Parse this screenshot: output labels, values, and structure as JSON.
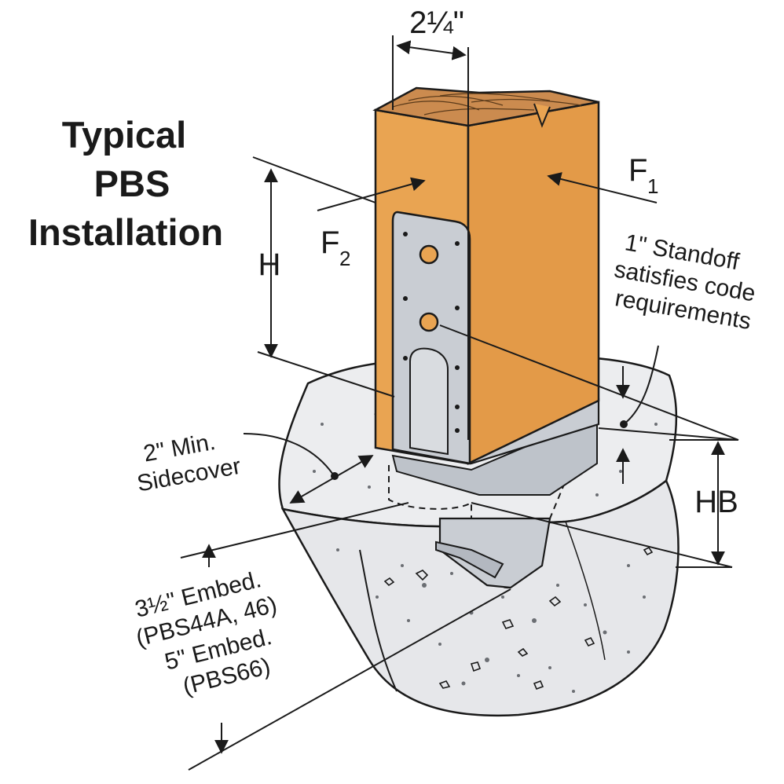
{
  "title": {
    "line1": "Typical",
    "line2": "PBS",
    "line3": "Installation"
  },
  "dimensions": {
    "width": "2¼\"",
    "height": "H",
    "base_height": "HB"
  },
  "forces": {
    "f1": {
      "letter": "F",
      "subscript": "1"
    },
    "f2": {
      "letter": "F",
      "subscript": "2"
    }
  },
  "callouts": {
    "standoff": [
      "1\" Standoff",
      "satisfies code",
      "requirements"
    ],
    "sidecover": [
      "2\" Min.",
      "Sidecover"
    ],
    "embed_small": [
      "3½\" Embed.",
      "(PBS44A, 46)"
    ],
    "embed_large": [
      "5\" Embed.",
      "(PBS66)"
    ]
  },
  "colors": {
    "wood": "#E8A050",
    "wood_dark": "#D08A3C",
    "wood_top": "#C98B4E",
    "steel": "#C9CDD3",
    "steel_dark": "#9EA4AC",
    "concrete": "#E9EAEC",
    "ink": "#1A1A1A"
  }
}
